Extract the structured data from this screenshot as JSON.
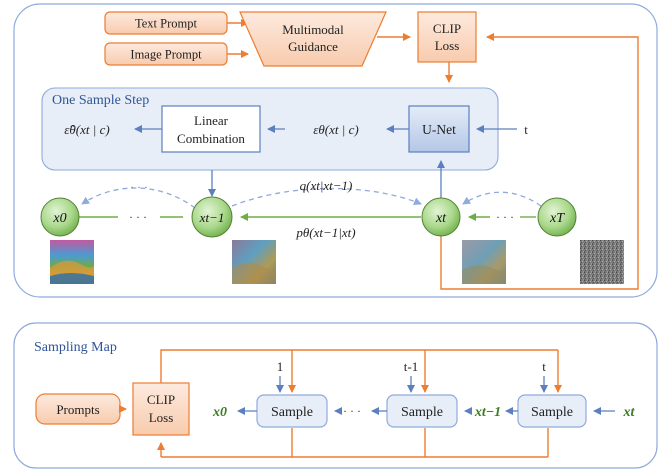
{
  "top_panel": {
    "text_prompt": "Text Prompt",
    "image_prompt": "Image Prompt",
    "guidance_line1": "Multimodal",
    "guidance_line2": "Guidance",
    "clip_line1": "CLIP",
    "clip_line2": "Loss",
    "sample_step_title": "One Sample Step",
    "linear_line1": "Linear",
    "linear_line2": "Combination",
    "unet": "U-Net",
    "t_input": "t",
    "eps_hat_label": "ε̂θ(xt | c)",
    "eps_label": "εθ(xt | c)",
    "forward_label": "q(xt|xt−1)",
    "reverse_label": "pθ(xt−1|xt)",
    "ellipsis": "· · ·",
    "nodes": {
      "x0": "x0",
      "xt_minus_1": "xt−1",
      "xt": "xt",
      "xT": "xT"
    }
  },
  "bottom_panel": {
    "title": "Sampling Map",
    "prompts": "Prompts",
    "clip_line1": "CLIP",
    "clip_line2": "Loss",
    "sample_label": "Sample",
    "step_inputs": [
      "1",
      "t-1",
      "t"
    ],
    "x0": "x0",
    "xt_minus_1": "xt−1",
    "xt": "xt",
    "ellipsis": "· · ·"
  },
  "colors": {
    "orange": "#ed7d31",
    "orange_fill": "#fbe2d5",
    "blue": "#5b7fbf",
    "blue_fill": "#e8eef7",
    "green_text": "#3a7d22",
    "node_fill": "#a6d588",
    "panel_border": "#8faadc"
  }
}
